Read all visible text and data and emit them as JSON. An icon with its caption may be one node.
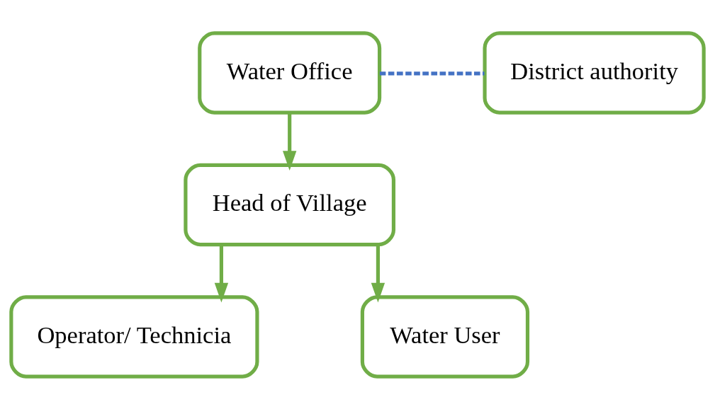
{
  "diagram": {
    "nodes": [
      {
        "text": [
          "Water Office"
        ]
      },
      {
        "text": [
          "District authority"
        ]
      },
      {
        "text": [
          "Head of Village"
        ]
      },
      {
        "text": [
          "Operator/ Technicia"
        ]
      },
      {
        "text": [
          "Water User"
        ]
      }
    ],
    "edges": [
      {
        "from": 0,
        "to": 1,
        "arrow": "none",
        "style": "dashed",
        "color": "#4472c4"
      },
      {
        "from": 0,
        "to": 2,
        "arrow": "to"
      },
      {
        "from": 2,
        "to": 3,
        "arrow": "to"
      },
      {
        "from": 2,
        "to": 4,
        "arrow": "to"
      }
    ]
  }
}
